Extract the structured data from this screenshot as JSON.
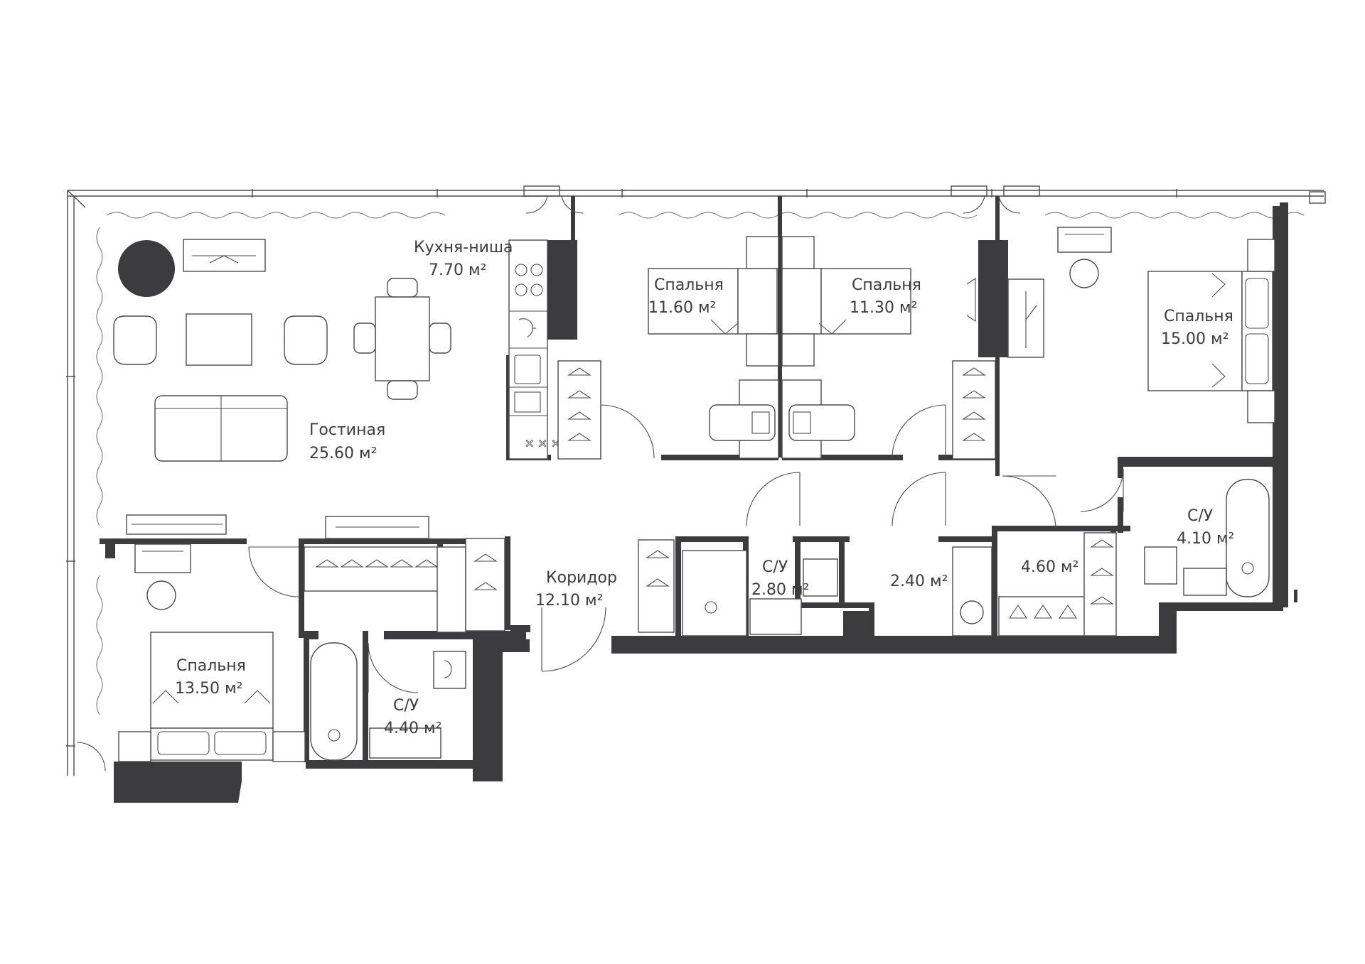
{
  "rooms": {
    "kitchen": {
      "name": "Кухня-ниша",
      "area": "7.70 м²"
    },
    "living": {
      "name": "Гостиная",
      "area": "25.60 м²"
    },
    "bedroom_1": {
      "name": "Спальня",
      "area": "11.60 м²"
    },
    "bedroom_2": {
      "name": "Спальня",
      "area": "11.30 м²"
    },
    "bedroom_3": {
      "name": "Спальня",
      "area": "15.00 м²"
    },
    "bedroom_4": {
      "name": "Спальня",
      "area": "13.50 м²"
    },
    "corridor": {
      "name": "Коридор",
      "area": "12.10 м²"
    },
    "bath_1": {
      "name": "С/У",
      "area": "4.40 м²"
    },
    "bath_2": {
      "name": "С/У",
      "area": "2.80 м²"
    },
    "bath_3": {
      "name": "С/У",
      "area": "4.10 м²"
    },
    "storage_1": {
      "area": "2.40 м²"
    },
    "storage_2": {
      "area": "4.60 м²"
    }
  },
  "colors": {
    "wall": "#3c3c3e",
    "line": "#4a4a4a",
    "background": "#ffffff"
  }
}
